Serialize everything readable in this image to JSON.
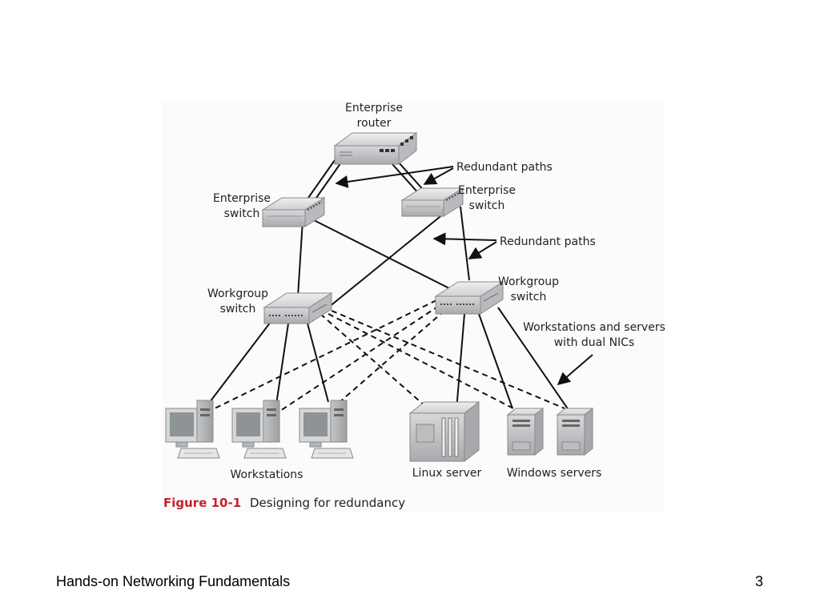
{
  "labels": {
    "enterprise_router_1": "Enterprise",
    "enterprise_router_2": "router",
    "switch_left_1": "Enterprise",
    "switch_left_2": "switch",
    "switch_right_1": "Enterprise",
    "switch_right_2": "switch",
    "redundant_paths_top": "Redundant paths",
    "redundant_paths_mid": "Redundant paths",
    "workgroup_left_1": "Workgroup",
    "workgroup_left_2": "switch",
    "workgroup_right_1": "Workgroup",
    "workgroup_right_2": "switch",
    "dual_nic_1": "Workstations and servers",
    "dual_nic_2": "with dual NICs",
    "workstations": "Workstations",
    "linux_server": "Linux server",
    "windows_servers": "Windows servers"
  },
  "caption": {
    "number": "Figure 10-1",
    "text": "Designing for redundancy"
  },
  "footer": {
    "title": "Hands-on Networking Fundamentals",
    "page": "3"
  },
  "colors": {
    "caption_accent": "#c8202a",
    "figure_bg": "#fbfbfb",
    "device_gray": "#c9cacc"
  }
}
